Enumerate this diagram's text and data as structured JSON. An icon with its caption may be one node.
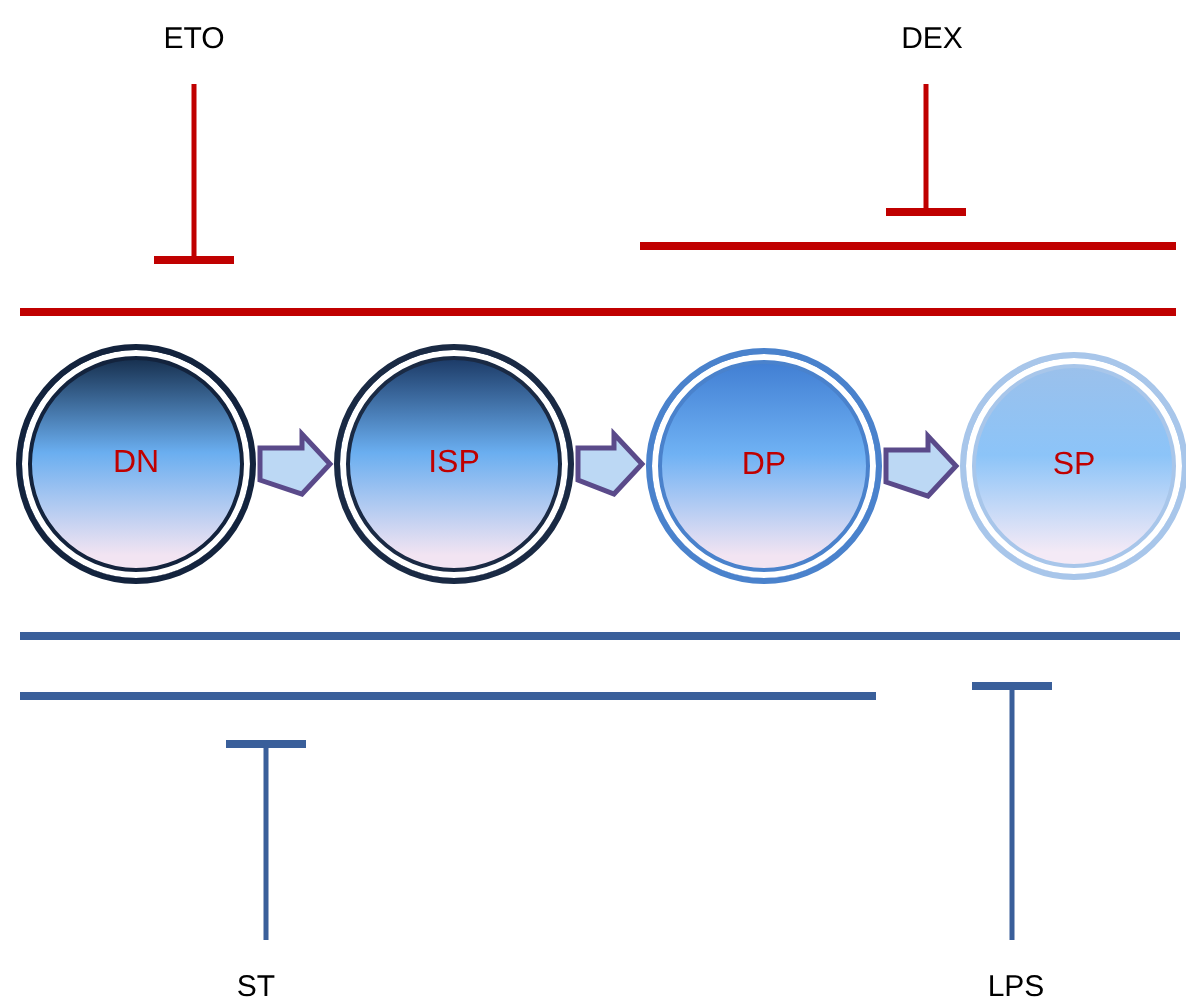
{
  "diagram": {
    "nodes": [
      {
        "text": [
          "ETO"
        ]
      },
      {
        "text": [
          "DEX"
        ]
      },
      {
        "text": [],
        "shape": "bar"
      },
      {
        "text": [],
        "shape": "bar"
      },
      {
        "text": [
          "DN"
        ]
      },
      {
        "text": [
          "ISP"
        ]
      },
      {
        "text": [
          "DP"
        ]
      },
      {
        "text": [
          "SP"
        ]
      },
      {
        "text": [],
        "shape": "bar"
      },
      {
        "text": [],
        "shape": "bar"
      },
      {
        "text": [
          "ST"
        ]
      },
      {
        "text": [
          "LPS"
        ]
      }
    ],
    "edges": [
      {
        "from": 0,
        "to": 3,
        "arrow": "other",
        "color": "#c00000"
      },
      {
        "from": 1,
        "to": 2,
        "arrow": "other",
        "color": "#c00000"
      },
      {
        "from": 4,
        "to": 5,
        "arrow": "to"
      },
      {
        "from": 5,
        "to": 6,
        "arrow": "to"
      },
      {
        "from": 6,
        "to": 7,
        "arrow": "to"
      },
      {
        "from": 10,
        "to": 9,
        "arrow": "other",
        "color": "#3a5f9a"
      },
      {
        "from": 11,
        "to": 8,
        "arrow": "other",
        "color": "#3a5f9a"
      }
    ]
  }
}
